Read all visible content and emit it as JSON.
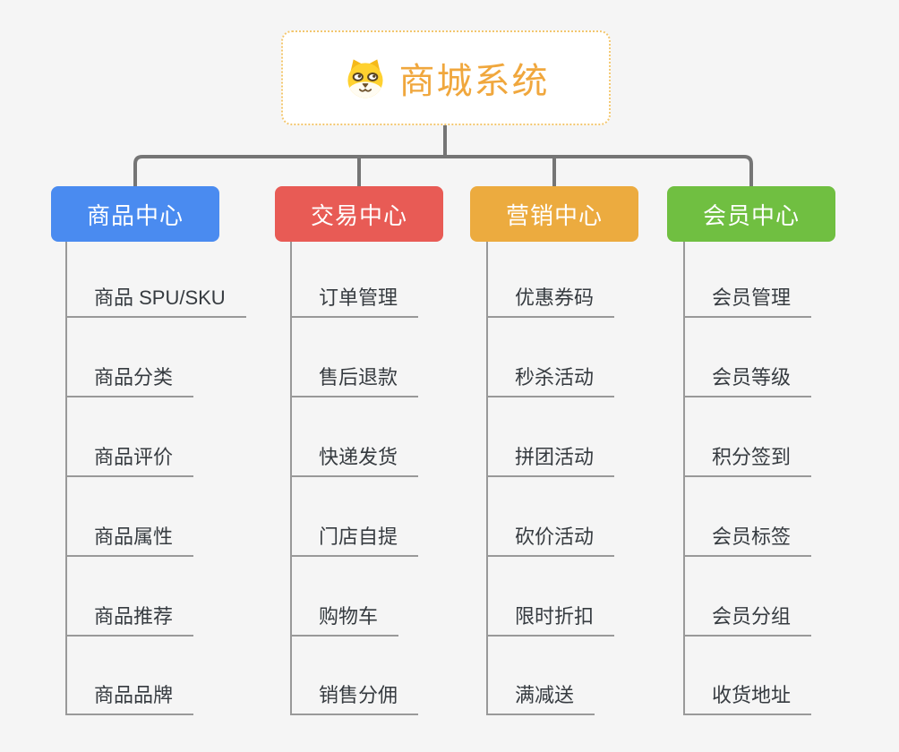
{
  "root": {
    "title": "商城系统",
    "icon": "dog-face-icon",
    "accent_color": "#f0a73d",
    "border_color": "#f3c76f"
  },
  "branches": [
    {
      "label": "商品中心",
      "color": "#4a8bf0",
      "items": [
        "商品 SPU/SKU",
        "商品分类",
        "商品评价",
        "商品属性",
        "商品推荐",
        "商品品牌"
      ]
    },
    {
      "label": "交易中心",
      "color": "#e85b55",
      "items": [
        "订单管理",
        "售后退款",
        "快递发货",
        "门店自提",
        "购物车",
        "销售分佣"
      ]
    },
    {
      "label": "营销中心",
      "color": "#ecab3f",
      "items": [
        "优惠券码",
        "秒杀活动",
        "拼团活动",
        "砍价活动",
        "限时折扣",
        "满减送"
      ]
    },
    {
      "label": "会员中心",
      "color": "#70bf41",
      "items": [
        "会员管理",
        "会员等级",
        "积分签到",
        "会员标签",
        "会员分组",
        "收货地址"
      ]
    }
  ],
  "line_colors": {
    "tree_connector": "#757575",
    "child_line": "#999999"
  }
}
